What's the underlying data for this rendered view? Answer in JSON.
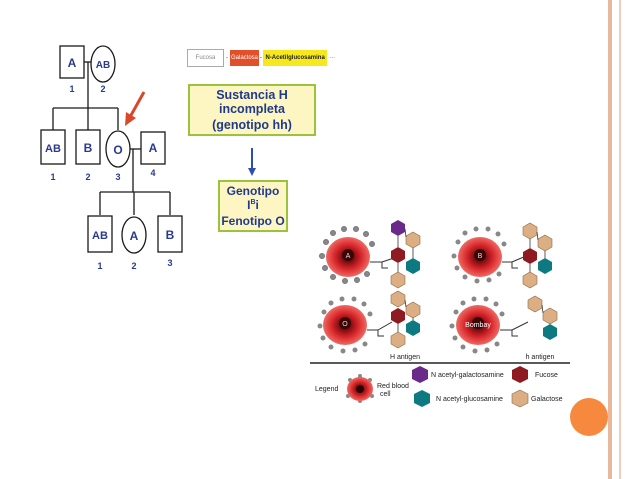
{
  "pedigree": {
    "gen1": [
      "A",
      "AB"
    ],
    "gen2": [
      "AB",
      "B",
      "O",
      "A"
    ],
    "gen3": [
      "AB",
      "A",
      "B"
    ],
    "numbers1": [
      "1",
      "2"
    ],
    "numbers2": [
      "1",
      "2",
      "3",
      "4"
    ],
    "numbers3": [
      "1",
      "2",
      "3"
    ]
  },
  "chain": {
    "fucose": "Fucosa",
    "galactose": "Galactosa",
    "nacetyl": "N-Acetilglucosamina",
    "dots": "···"
  },
  "box1": {
    "line1": "Sustancia H incompleta",
    "line2": "(genotipo hh)"
  },
  "box2": {
    "line1_main": "Genotipo I",
    "line1_sup": "B",
    "line1_end": "i",
    "line2": "Fenotipo O"
  },
  "cells": {
    "a": "A",
    "b": "B",
    "o": "O",
    "bombay": "Bombay"
  },
  "antigen": {
    "h_left": "H antigen",
    "h_right": "h antigen"
  },
  "legend": {
    "title": "Legend",
    "cell_line1": "Red blood",
    "cell_line2": "cell",
    "nacgal": "N acetyl-galactosamine",
    "fucose": "Fucose",
    "nacglu": "N acetyl-glucosamine",
    "galactose": "Galactose"
  },
  "colors": {
    "pedigree_line": "#1a1a1a",
    "arrow_red": "#d9482b",
    "arrow_blue": "#2b4fb5",
    "box_border": "#9ac23c",
    "box_fill": "#fdf6c2",
    "box_text": "#1f3a8c",
    "purple": "#6a2a8a",
    "darkred": "#8e1a22",
    "teal": "#0d7a82",
    "tan": "#dcae84",
    "cell_red": "#d8262a"
  }
}
